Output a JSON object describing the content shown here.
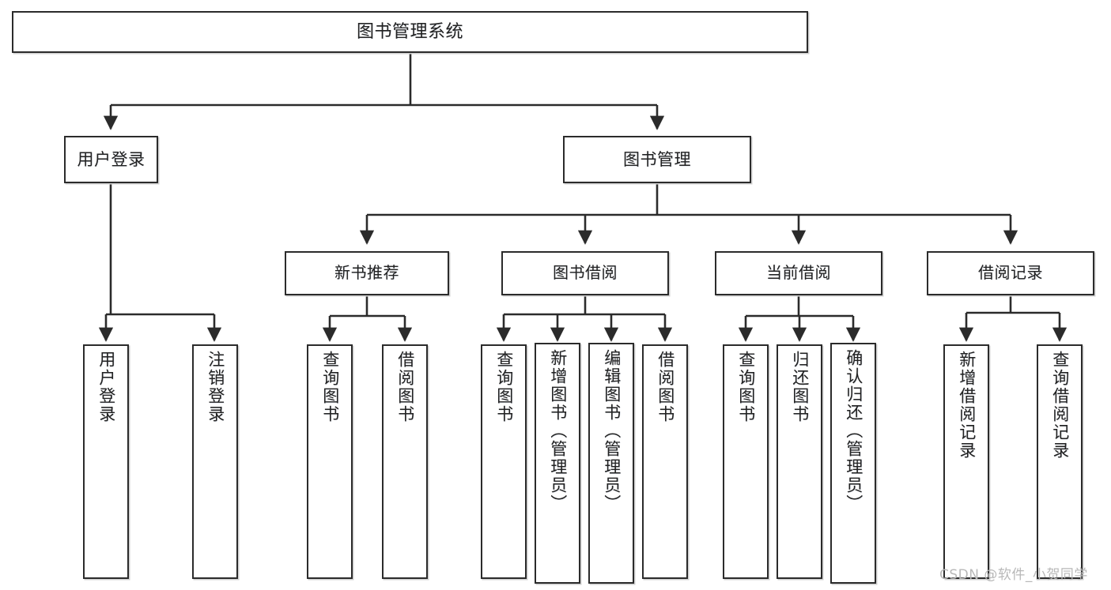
{
  "diagram": {
    "type": "tree",
    "title": "图书管理系统",
    "watermark": "CSDN @软件_小贺同学",
    "root": {
      "label": "图书管理系统"
    },
    "level1": [
      {
        "label": "用户登录"
      },
      {
        "label": "图书管理"
      }
    ],
    "level2": [
      {
        "label": "新书推荐"
      },
      {
        "label": "图书借阅"
      },
      {
        "label": "当前借阅"
      },
      {
        "label": "借阅记录"
      }
    ],
    "leaves": {
      "user_login": [
        {
          "label": "用户登录"
        },
        {
          "label": "注销登录"
        }
      ],
      "new_book": [
        {
          "label": "查询图书"
        },
        {
          "label": "借阅图书"
        }
      ],
      "borrow": [
        {
          "label": "查询图书"
        },
        {
          "label": "新增图书（管理员）"
        },
        {
          "label": "编辑图书（管理员）"
        },
        {
          "label": "借阅图书"
        }
      ],
      "current": [
        {
          "label": "查询图书"
        },
        {
          "label": "归还图书"
        },
        {
          "label": "确认归还（管理员）"
        }
      ],
      "records": [
        {
          "label": "新增借阅记录"
        },
        {
          "label": "查询借阅记录"
        }
      ]
    },
    "colors": {
      "box_border": "#2b2b2b",
      "box_fill": "#ffffff",
      "connector": "#2b2b2b",
      "text": "#222222",
      "watermark": "#b8b8b8",
      "background": "#ffffff"
    }
  }
}
